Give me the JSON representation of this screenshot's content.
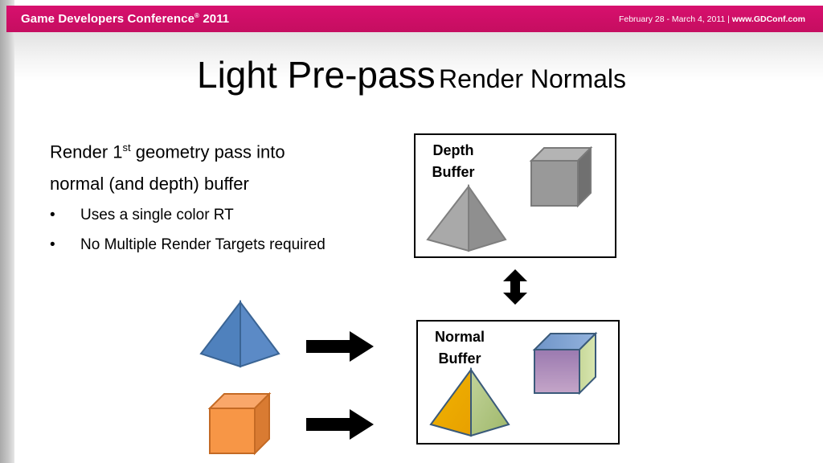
{
  "header": {
    "conference_title": "Game Developers Conference",
    "registered_mark": "®",
    "conference_year": "2011",
    "dates": "February 28 - March 4, 2011 |",
    "website": "www.GDConf.com"
  },
  "slide": {
    "title_main": "Light Pre-pass",
    "title_sub": "Render Normals",
    "body_line1_pre": "Render 1",
    "body_line1_sup": "st",
    "body_line1_post": " geometry pass into",
    "body_line2": "normal (and depth) buffer",
    "bullets": [
      "Uses a single color RT",
      "No Multiple Render Targets required"
    ],
    "bullet_glyph": "•"
  },
  "diagram": {
    "depth_buffer_label_line1": "Depth",
    "depth_buffer_label_line2": "Buffer",
    "normal_buffer_label_line1": "Normal",
    "normal_buffer_label_line2": "Buffer",
    "colors": {
      "header_magenta": "#d8106e",
      "pyramid_blue": "#4f81bd",
      "cube_orange": "#f79646",
      "gray_shape": "#8c8c8c"
    }
  }
}
